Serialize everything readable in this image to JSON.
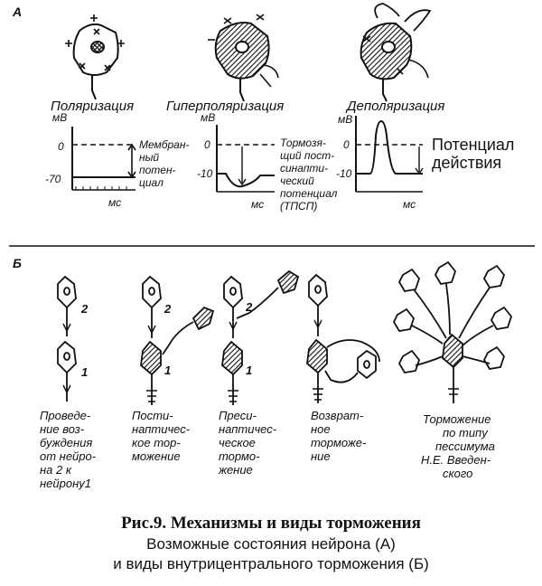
{
  "panel_a": {
    "letter": "А",
    "states": {
      "polarization": "Поляризация",
      "hyperpolarization": "Гиперполяризация",
      "depolarization": "Деполяризация"
    },
    "axis": {
      "y_unit": "мВ",
      "x_unit": "мс"
    },
    "ticks": {
      "zero": "0",
      "minus70": "-70",
      "minus10": "-10"
    },
    "annotations": {
      "membrane_potential": [
        "Мембран-",
        "ный",
        "потен-",
        "циал"
      ],
      "ipsp": [
        "Тормозя-",
        "щий пост-",
        "синапти-",
        "ческий",
        "потенциал",
        "(ТПСП)"
      ],
      "action_potential": [
        "Потенциал",
        "действия"
      ]
    }
  },
  "panel_b": {
    "letter": "Б",
    "neuron_numbers": {
      "one": "1",
      "two": "2"
    },
    "labels": {
      "conduction": [
        "Проведе-",
        "ние воз-",
        "буждения",
        "от нейро-",
        "на 2 к",
        "нейрону1"
      ],
      "postsynaptic": [
        "Пости-",
        "наптичес-",
        "кое тор-",
        "можение"
      ],
      "presynaptic": [
        "Преси-",
        "наптичес-",
        "ческое",
        "тормо-",
        "жение"
      ],
      "recurrent": [
        "Возврат-",
        "ное",
        "торможе-",
        "ние"
      ],
      "pessimum": [
        "Торможение",
        "по типу",
        "пессимума",
        "Н.Е. Введен-",
        "ского"
      ]
    }
  },
  "caption": {
    "title": "Рис.9. Механизмы и виды торможения",
    "line1": "Возможные состояния нейрона (А)",
    "line2": "и виды внутрицентрального торможения (Б)"
  }
}
